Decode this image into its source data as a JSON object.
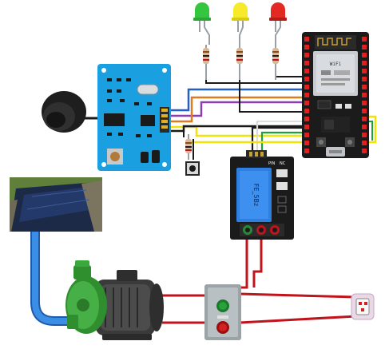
{
  "relay": {
    "model": "FE_5Bz",
    "nc_label": "NC",
    "pin_label": "PIN"
  },
  "esp32": {
    "brand": "WiFi"
  },
  "colors": {
    "wire_red": "#c0141c",
    "wire_black": "#1a1a1a",
    "wire_blue": "#1f5fd0",
    "wire_orange": "#e07a1c",
    "wire_purple": "#8a3fb0",
    "wire_yellow": "#f2e20c",
    "wire_green": "#19a53a",
    "wire_white": "#f4f4f4",
    "pcb_blue": "#1aa0e0",
    "esp_black": "#1b1b1b",
    "pin_red": "#e02020",
    "pump_green": "#3aa83a",
    "pipe_blue": "#2f80d8"
  },
  "icons": {
    "led_green": "led-green-icon",
    "led_yellow": "led-yellow-icon",
    "led_red": "led-red-icon",
    "ultrasonic": "ultrasonic-sensor-icon",
    "pump": "water-pump-icon",
    "switch": "power-switch-icon",
    "plug": "power-plug-icon"
  }
}
